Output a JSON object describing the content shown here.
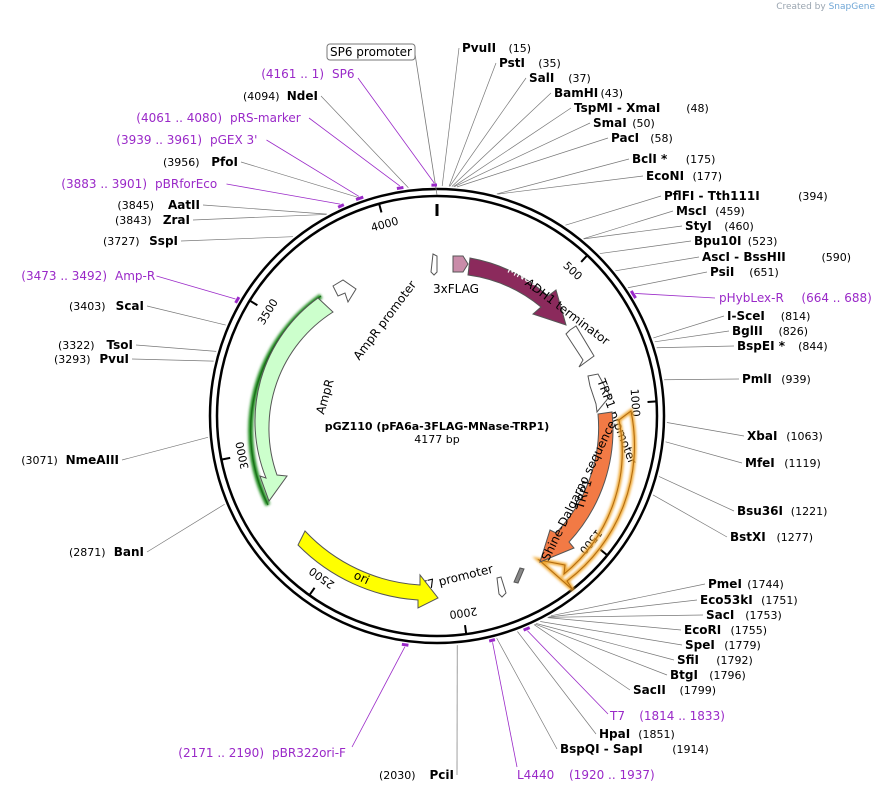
{
  "credit": {
    "prefix": "Created by",
    "brand": "SnapGene"
  },
  "map": {
    "name": "pGZ110 (pFA6a-3FLAG-MNase-TRP1)",
    "length_label": "4177 bp",
    "total_bp": 4177
  },
  "ticks": [
    "500",
    "1000",
    "1500",
    "2000",
    "2500",
    "3000",
    "3500",
    "4000"
  ],
  "features": [
    {
      "id": "3xflag",
      "label": "3xFLAG",
      "color": "#c98ca9"
    },
    {
      "id": "mnase",
      "label": "MNase",
      "color": "#8b2a5c"
    },
    {
      "id": "adh1",
      "label": "ADH1 terminator",
      "color": "#ffffff"
    },
    {
      "id": "trp1prom",
      "label": "TRP1 promoter",
      "color": "#ffffff"
    },
    {
      "id": "trp1",
      "label": "TRP1",
      "color": "#f27a45"
    },
    {
      "id": "sd",
      "label": "Shine-Dalgarno sequence",
      "color": "#ffffff"
    },
    {
      "id": "t7prom",
      "label": "T7 promoter",
      "color": "#ffffff"
    },
    {
      "id": "ori",
      "label": "ori",
      "color": "#ffff00"
    },
    {
      "id": "ampr",
      "label": "AmpR",
      "color": "#ccffcc"
    },
    {
      "id": "amprprom",
      "label": "AmpR promoter",
      "color": "#ffffff"
    }
  ],
  "top_box": {
    "label": "SP6 promoter"
  },
  "sites_right": [
    {
      "name": "PvuII",
      "pos": "(15)"
    },
    {
      "name": "PstI",
      "pos": "(35)"
    },
    {
      "name": "SalI",
      "pos": "(37)"
    },
    {
      "name": "BamHI",
      "pos": "(43)"
    },
    {
      "name": "TspMI  -  XmaI",
      "pos": "(48)"
    },
    {
      "name": "SmaI",
      "pos": "(50)"
    },
    {
      "name": "PacI",
      "pos": "(58)"
    },
    {
      "name": "BclI *",
      "pos": "(175)"
    },
    {
      "name": "EcoNI",
      "pos": "(177)"
    },
    {
      "name": "PflFI  -  Tth111I",
      "pos": "(394)"
    },
    {
      "name": "MscI",
      "pos": "(459)"
    },
    {
      "name": "StyI",
      "pos": "(460)"
    },
    {
      "name": "Bpu10I",
      "pos": "(523)"
    },
    {
      "name": "AscI  -  BssHII",
      "pos": "(590)"
    },
    {
      "name": "PsiI",
      "pos": "(651)"
    },
    {
      "name": "I-SceI",
      "pos": "(814)"
    },
    {
      "name": "BglII",
      "pos": "(826)"
    },
    {
      "name": "BspEI *",
      "pos": "(844)"
    },
    {
      "name": "PmlI",
      "pos": "(939)"
    },
    {
      "name": "XbaI",
      "pos": "(1063)"
    },
    {
      "name": "MfeI",
      "pos": "(1119)"
    },
    {
      "name": "Bsu36I",
      "pos": "(1221)"
    },
    {
      "name": "BstXI",
      "pos": "(1277)"
    },
    {
      "name": "PmeI",
      "pos": "(1744)"
    },
    {
      "name": "Eco53kI",
      "pos": "(1751)"
    },
    {
      "name": "SacI",
      "pos": "(1753)"
    },
    {
      "name": "EcoRI",
      "pos": "(1755)"
    },
    {
      "name": "SpeI",
      "pos": "(1779)"
    },
    {
      "name": "SfiI",
      "pos": "(1792)"
    },
    {
      "name": "BtgI",
      "pos": "(1796)"
    },
    {
      "name": "SacII",
      "pos": "(1799)"
    },
    {
      "name": "HpaI",
      "pos": "(1851)"
    },
    {
      "name": "BspQI  -  SapI",
      "pos": "(1914)"
    }
  ],
  "sites_left": [
    {
      "name": "NdeI",
      "pos": "(4094)"
    },
    {
      "name": "PfoI",
      "pos": "(3956)"
    },
    {
      "name": "AatII",
      "pos": "(3845)"
    },
    {
      "name": "ZraI",
      "pos": "(3843)"
    },
    {
      "name": "SspI",
      "pos": "(3727)"
    },
    {
      "name": "ScaI",
      "pos": "(3403)"
    },
    {
      "name": "TsoI",
      "pos": "(3322)"
    },
    {
      "name": "PvuI",
      "pos": "(3293)"
    },
    {
      "name": "NmeAIII",
      "pos": "(3071)"
    },
    {
      "name": "BanI",
      "pos": "(2871)"
    },
    {
      "name": "PciI",
      "pos": "(2030)"
    }
  ],
  "primers": [
    {
      "range": "(4161 .. 1)",
      "name": "SP6"
    },
    {
      "range": "(4061 .. 4080)",
      "name": "pRS-marker"
    },
    {
      "range": "(3939 .. 3961)",
      "name": "pGEX 3'"
    },
    {
      "range": "(3883 .. 3901)",
      "name": "pBRforEco"
    },
    {
      "range": "(3473 .. 3492)",
      "name": "Amp-R"
    },
    {
      "range": "(664 .. 688)",
      "name": "pHybLex-R"
    },
    {
      "range": "(1814 .. 1833)",
      "name": "T7"
    },
    {
      "range": "(2171 .. 2190)",
      "name": "pBR322ori-F"
    },
    {
      "range": "(1920 .. 1937)",
      "name": "L4440"
    }
  ],
  "colors": {
    "primer": "#9a29c8",
    "backbone": "#000000",
    "leader": "#777777"
  }
}
